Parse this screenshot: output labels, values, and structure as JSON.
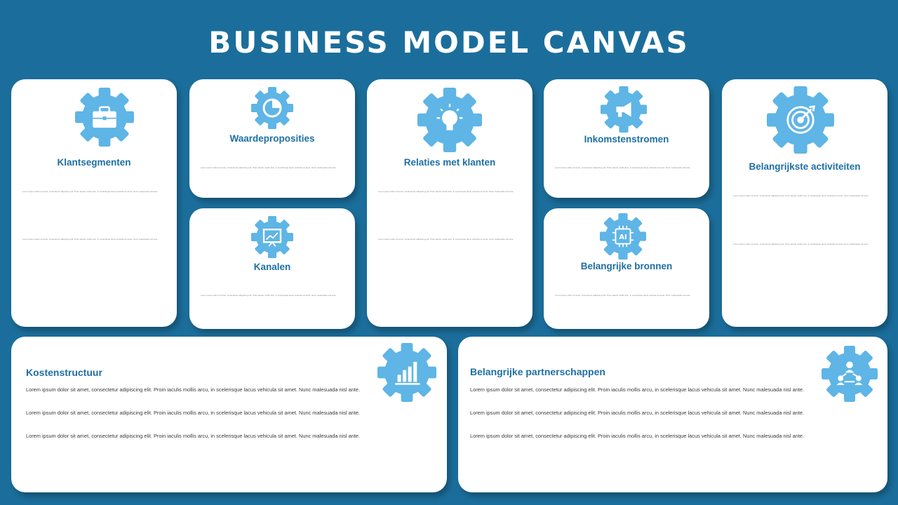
{
  "header": {
    "title": "BUSINESS MODEL CANVAS"
  },
  "colors": {
    "background": "#1b6e9b",
    "icon": "#5eb5e6",
    "heading": "#1e6fa3"
  },
  "blocks": {
    "klantsegmenten": {
      "title": "Klantsegmenten",
      "icon": "briefcase-icon",
      "text1": "Lorem ipsum dolor sit amet, consectetur adipiscing elit. Proin iaculis mollis arcu, in scelerisque lacus vehicula sit amet. Nunc malesuada nisl ante.",
      "text2": "Lorem ipsum dolor sit amet, consectetur adipiscing elit. Proin iaculis mollis arcu, in scelerisque lacus vehicula sit amet. Nunc malesuada nisl ante."
    },
    "waardeproposities": {
      "title": "Waardeproposities",
      "icon": "pie-chart-icon",
      "text1": "Lorem ipsum dolor sit amet, consectetur adipiscing elit. Proin iaculis mollis arcu, in scelerisque lacus vehicula sit amet. Nunc malesuada nisl ante."
    },
    "kanalen": {
      "title": "Kanalen",
      "icon": "presentation-board-icon",
      "text1": "Lorem ipsum dolor sit amet, consectetur adipiscing elit. Proin iaculis mollis arcu, in scelerisque lacus vehicula sit amet. Nunc malesuada nisl ante."
    },
    "relaties": {
      "title": "Relaties met klanten",
      "icon": "lightbulb-icon",
      "text1": "Lorem ipsum dolor sit amet, consectetur adipiscing elit. Proin iaculis mollis arcu, in scelerisque lacus vehicula sit amet. Nunc malesuada nisl ante.",
      "text2": "Lorem ipsum dolor sit amet, consectetur adipiscing elit. Proin iaculis mollis arcu, in scelerisque lacus vehicula sit amet. Nunc malesuada nisl ante."
    },
    "inkomstenstromen": {
      "title": "Inkomstenstromen",
      "icon": "megaphone-icon",
      "text1": "Lorem ipsum dolor sit amet, consectetur adipiscing elit. Proin iaculis mollis arcu, in scelerisque lacus vehicula sit amet. Nunc malesuada nisl ante."
    },
    "bronnen": {
      "title": "Belangrijke bronnen",
      "icon": "ai-chip-icon",
      "chip_label": "AI",
      "text1": "Lorem ipsum dolor sit amet, consectetur adipiscing elit. Proin iaculis mollis arcu, in scelerisque lacus vehicula sit amet. Nunc malesuada nisl ante."
    },
    "activiteiten": {
      "title": "Belangrijkste activiteiten",
      "icon": "target-icon",
      "text1": "Lorem ipsum dolor sit amet, consectetur adipiscing elit. Proin iaculis mollis arcu, in scelerisque lacus vehicula sit amet. Nunc malesuada nisl ante.",
      "text2": "Lorem ipsum dolor sit amet, consectetur adipiscing elit. Proin iaculis mollis arcu, in scelerisque lacus vehicula sit amet. Nunc malesuada nisl ante."
    },
    "kostenstructuur": {
      "title": "Kostenstructuur",
      "icon": "bar-chart-icon",
      "lines": [
        "Lorem ipsum dolor sit amet, consectetur adipiscing elit. Proin iaculis mollis arcu, in scelerisque lacus vehicula sit amet. Nunc malesuada nisl ante.",
        "Lorem ipsum dolor sit amet, consectetur adipiscing elit. Proin iaculis mollis arcu, in scelerisque lacus vehicula sit amet. Nunc malesuada nisl ante.",
        "Lorem ipsum dolor sit amet, consectetur adipiscing elit. Proin iaculis mollis arcu, in scelerisque lacus vehicula sit amet. Nunc malesuada nisl ante."
      ]
    },
    "partnerschappen": {
      "title": "Belangrijke partnerschappen",
      "icon": "network-people-icon",
      "lines": [
        "Lorem ipsum dolor sit amet, consectetur adipiscing elit. Proin iaculis mollis arcu, in scelerisque lacus vehicula sit amet. Nunc malesuada nisl ante.",
        "Lorem ipsum dolor sit amet, consectetur adipiscing elit. Proin iaculis mollis arcu, in scelerisque lacus vehicula sit amet. Nunc malesuada nisl ante.",
        "Lorem ipsum dolor sit amet, consectetur adipiscing elit. Proin iaculis mollis arcu, in scelerisque lacus vehicula sit amet. Nunc malesuada nisl ante."
      ]
    }
  }
}
